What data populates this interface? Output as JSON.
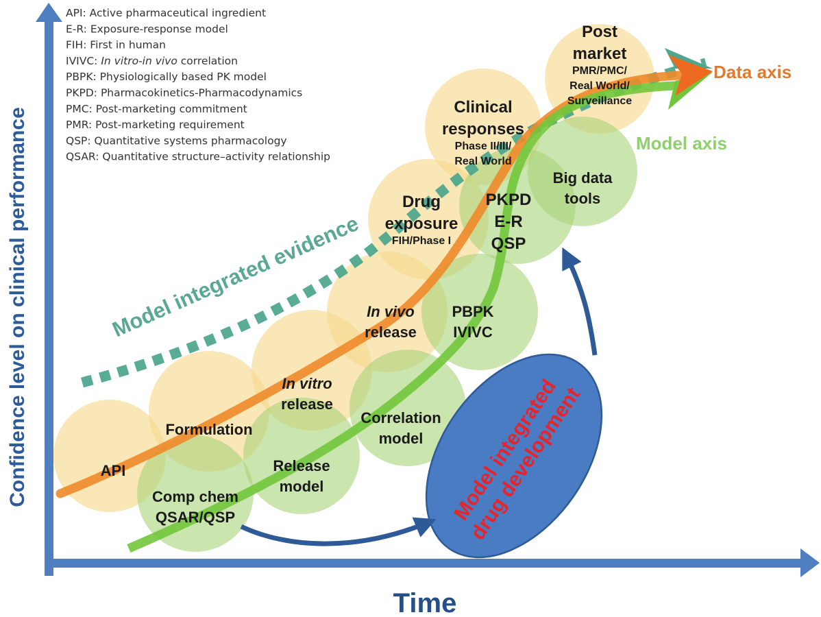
{
  "axes": {
    "y_label": "Confidence level on clinical performance",
    "x_label": "Time",
    "color": "#4f7fc0"
  },
  "glossary": [
    {
      "abbr": "API",
      "sep": ": ",
      "def": "Active pharmaceutical ingredient"
    },
    {
      "abbr": "E-R",
      "sep": ": ",
      "def": "Exposure-response model"
    },
    {
      "abbr": "FIH",
      "sep": ": ",
      "def": "First in human"
    },
    {
      "abbr": "IVIVC",
      "sep": ": ",
      "def_italic": "In vitro-in vivo",
      "def": " correlation"
    },
    {
      "abbr": "PBPK",
      "sep": ": ",
      "def": "Physiologically based PK model"
    },
    {
      "abbr": "PKPD",
      "sep": ": ",
      "def": "Pharmacokinetics-Pharmacodynamics"
    },
    {
      "abbr": "PMC",
      "sep": ": ",
      "def": "Post-marketing commitment"
    },
    {
      "abbr": "PMR",
      "sep": ": ",
      "def": "Post-marketing requirement"
    },
    {
      "abbr": "QSP",
      "sep": ": ",
      "def": "Quantitative systems pharmacology"
    },
    {
      "abbr": "QSAR",
      "sep": ": ",
      "def": "Quantitative structure–activity relationship"
    }
  ],
  "data_stages": [
    {
      "id": "api",
      "lines": [
        {
          "t": "API",
          "size": "main"
        }
      ]
    },
    {
      "id": "formulation",
      "lines": [
        {
          "t": "Formulation",
          "size": "main"
        }
      ]
    },
    {
      "id": "in-vitro-release",
      "lines": [
        {
          "t": "In vitro",
          "size": "main",
          "italic": true
        },
        {
          "t": "release",
          "size": "main"
        }
      ]
    },
    {
      "id": "in-vivo-release",
      "lines": [
        {
          "t": "In vivo",
          "size": "main",
          "italic": true
        },
        {
          "t": "release",
          "size": "main"
        }
      ]
    },
    {
      "id": "drug-exposure",
      "lines": [
        {
          "t": "Drug",
          "size": "big"
        },
        {
          "t": "exposure",
          "size": "big"
        },
        {
          "t": "FIH/Phase I",
          "size": "small"
        }
      ]
    },
    {
      "id": "clinical-responses",
      "lines": [
        {
          "t": "Clinical",
          "size": "big"
        },
        {
          "t": "responses",
          "size": "big"
        },
        {
          "t": "Phase II/III/",
          "size": "small"
        },
        {
          "t": "Real World",
          "size": "small"
        }
      ]
    },
    {
      "id": "post-market",
      "lines": [
        {
          "t": "Post",
          "size": "big"
        },
        {
          "t": "market",
          "size": "big"
        },
        {
          "t": "PMR/PMC/",
          "size": "small"
        },
        {
          "t": "Real World/",
          "size": "small"
        },
        {
          "t": "Surveillance",
          "size": "small"
        }
      ]
    }
  ],
  "model_stages": [
    {
      "id": "comp-chem",
      "lines": [
        {
          "t": "Comp  chem",
          "size": "main"
        },
        {
          "t": "QSAR/QSP",
          "size": "main"
        }
      ]
    },
    {
      "id": "release-model",
      "lines": [
        {
          "t": "Release",
          "size": "main"
        },
        {
          "t": "model",
          "size": "main"
        }
      ]
    },
    {
      "id": "correlation-model",
      "lines": [
        {
          "t": "Correlation",
          "size": "main"
        },
        {
          "t": "model",
          "size": "main"
        }
      ]
    },
    {
      "id": "pbpk-ivivc",
      "lines": [
        {
          "t": "PBPK",
          "size": "main"
        },
        {
          "t": "IVIVC",
          "size": "main"
        }
      ]
    },
    {
      "id": "pkpd-er-qsp",
      "lines": [
        {
          "t": "PKPD",
          "size": "big"
        },
        {
          "t": "E-R",
          "size": "big"
        },
        {
          "t": "QSP",
          "size": "big"
        }
      ]
    },
    {
      "id": "big-data-tools",
      "lines": [
        {
          "t": "Big data",
          "size": "main"
        },
        {
          "t": "tools",
          "size": "main"
        }
      ]
    }
  ],
  "labels": {
    "data_axis": "Data axis",
    "model_axis": "Model axis",
    "model_integrated_evidence": "Model integrated evidence",
    "midd_line1": "Model integrated",
    "midd_line2": "drug development"
  },
  "colors": {
    "data_circle": "#f7d98b",
    "model_circle": "#a9d47a",
    "data_curve": "#ee8a2a",
    "model_curve": "#72c63c",
    "evidence": "#4fa68e",
    "data_axis_text": "#e07a2e",
    "model_axis_text": "#8fcf6c",
    "midd_fill": "#4a7cc3",
    "midd_text": "#e5252b",
    "flow_arrow": "#2f5a98"
  }
}
